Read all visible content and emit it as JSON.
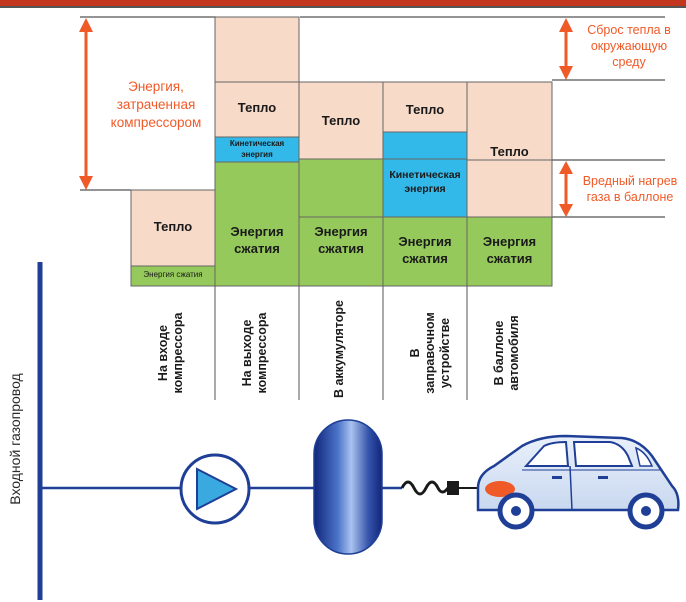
{
  "colors": {
    "heat": "#f7dac7",
    "kinetic": "#33b9e9",
    "compression": "#95c95b",
    "annotation": "#f05a28",
    "pipe": "#1f3f97",
    "top_bar": "#c2361d"
  },
  "columns": [
    {
      "caption": "На входе компрессора",
      "blocks": {
        "heat": "Тепло",
        "kinetic": "",
        "compression": "Энергия сжатия"
      }
    },
    {
      "caption": "На выходе компрессора",
      "blocks": {
        "heat": "Тепло",
        "kinetic": "Кинетическая энергия",
        "compression": "Энергия сжатия"
      }
    },
    {
      "caption": "В аккумуляторе",
      "blocks": {
        "heat": "Тепло",
        "kinetic": "",
        "compression": "Энергия сжатия"
      }
    },
    {
      "caption": "В заправочном устройстве",
      "blocks": {
        "heat": "Тепло",
        "kinetic": "Кинетическая энергия",
        "compression": "Энергия сжатия"
      }
    },
    {
      "caption": "В баллоне автомобиля",
      "blocks": {
        "heat": "Тепло",
        "kinetic": "",
        "compression": "Энергия сжатия"
      }
    }
  ],
  "annotations": {
    "compressor_energy": "Энергия, затраченная компрессором",
    "heat_release": "Сброс тепла в окружающую среду",
    "harmful_heating": "Вредный нагрев газа в баллоне"
  },
  "pipeline_label": "Входной газопровод",
  "icons": [
    "pump-icon",
    "accumulator-icon",
    "hose-icon",
    "nozzle-icon",
    "car-icon"
  ]
}
